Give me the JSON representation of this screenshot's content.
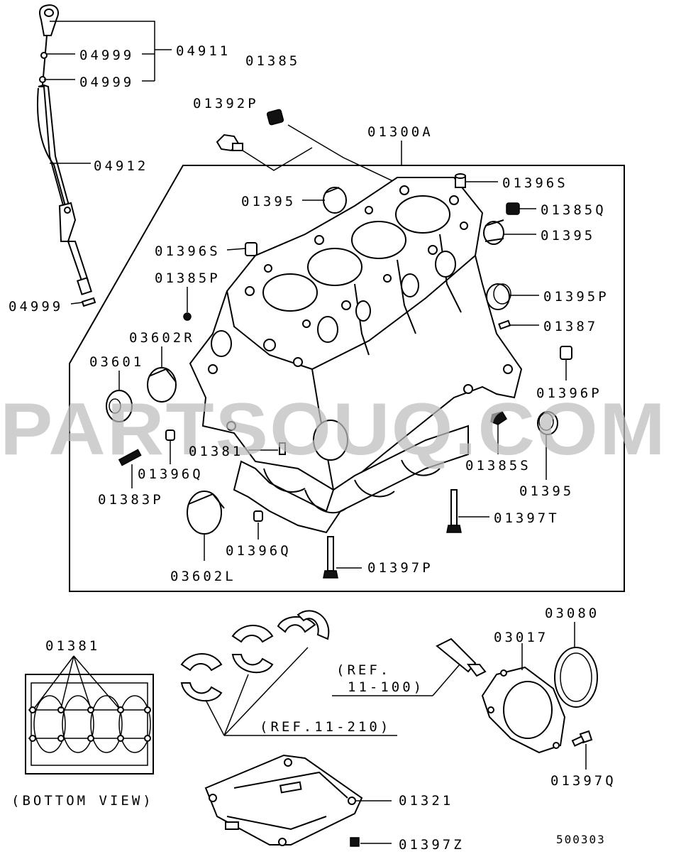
{
  "diagram": {
    "labels": {
      "p04911": "04911",
      "p04999a": "04999",
      "p04999b": "04999",
      "p04999c": "04999",
      "p04912": "04912",
      "p01385": "01385",
      "p01392P": "01392P",
      "p01300A": "01300A",
      "p01396S_a": "01396S",
      "p01395_a": "01395",
      "p01385Q": "01385Q",
      "p01395_b": "01395",
      "p01396S_b": "01396S",
      "p01385P": "01385P",
      "p01395P": "01395P",
      "p01387": "01387",
      "p03602R": "03602R",
      "p03601": "03601",
      "p01396P": "01396P",
      "p01381_a": "01381",
      "p01396Q_a": "01396Q",
      "p01385S": "01385S",
      "p01383P": "01383P",
      "p01395_c": "01395",
      "p01397T": "01397T",
      "p01396Q_b": "01396Q",
      "p03602L": "03602L",
      "p01397P": "01397P",
      "p03080": "03080",
      "p03017": "03017",
      "p01381_b": "01381",
      "ref_11_100_a": "(REF.",
      "ref_11_100_b": "11-100)",
      "ref_11_210": "(REF.11-210)",
      "p01397Q": "01397Q",
      "bottom_view": "(BOTTOM VIEW)",
      "p01321": "01321",
      "p01397Z": "01397Z",
      "diagram_number": "500303"
    },
    "watermark": "PARTSOUQ.COM"
  }
}
